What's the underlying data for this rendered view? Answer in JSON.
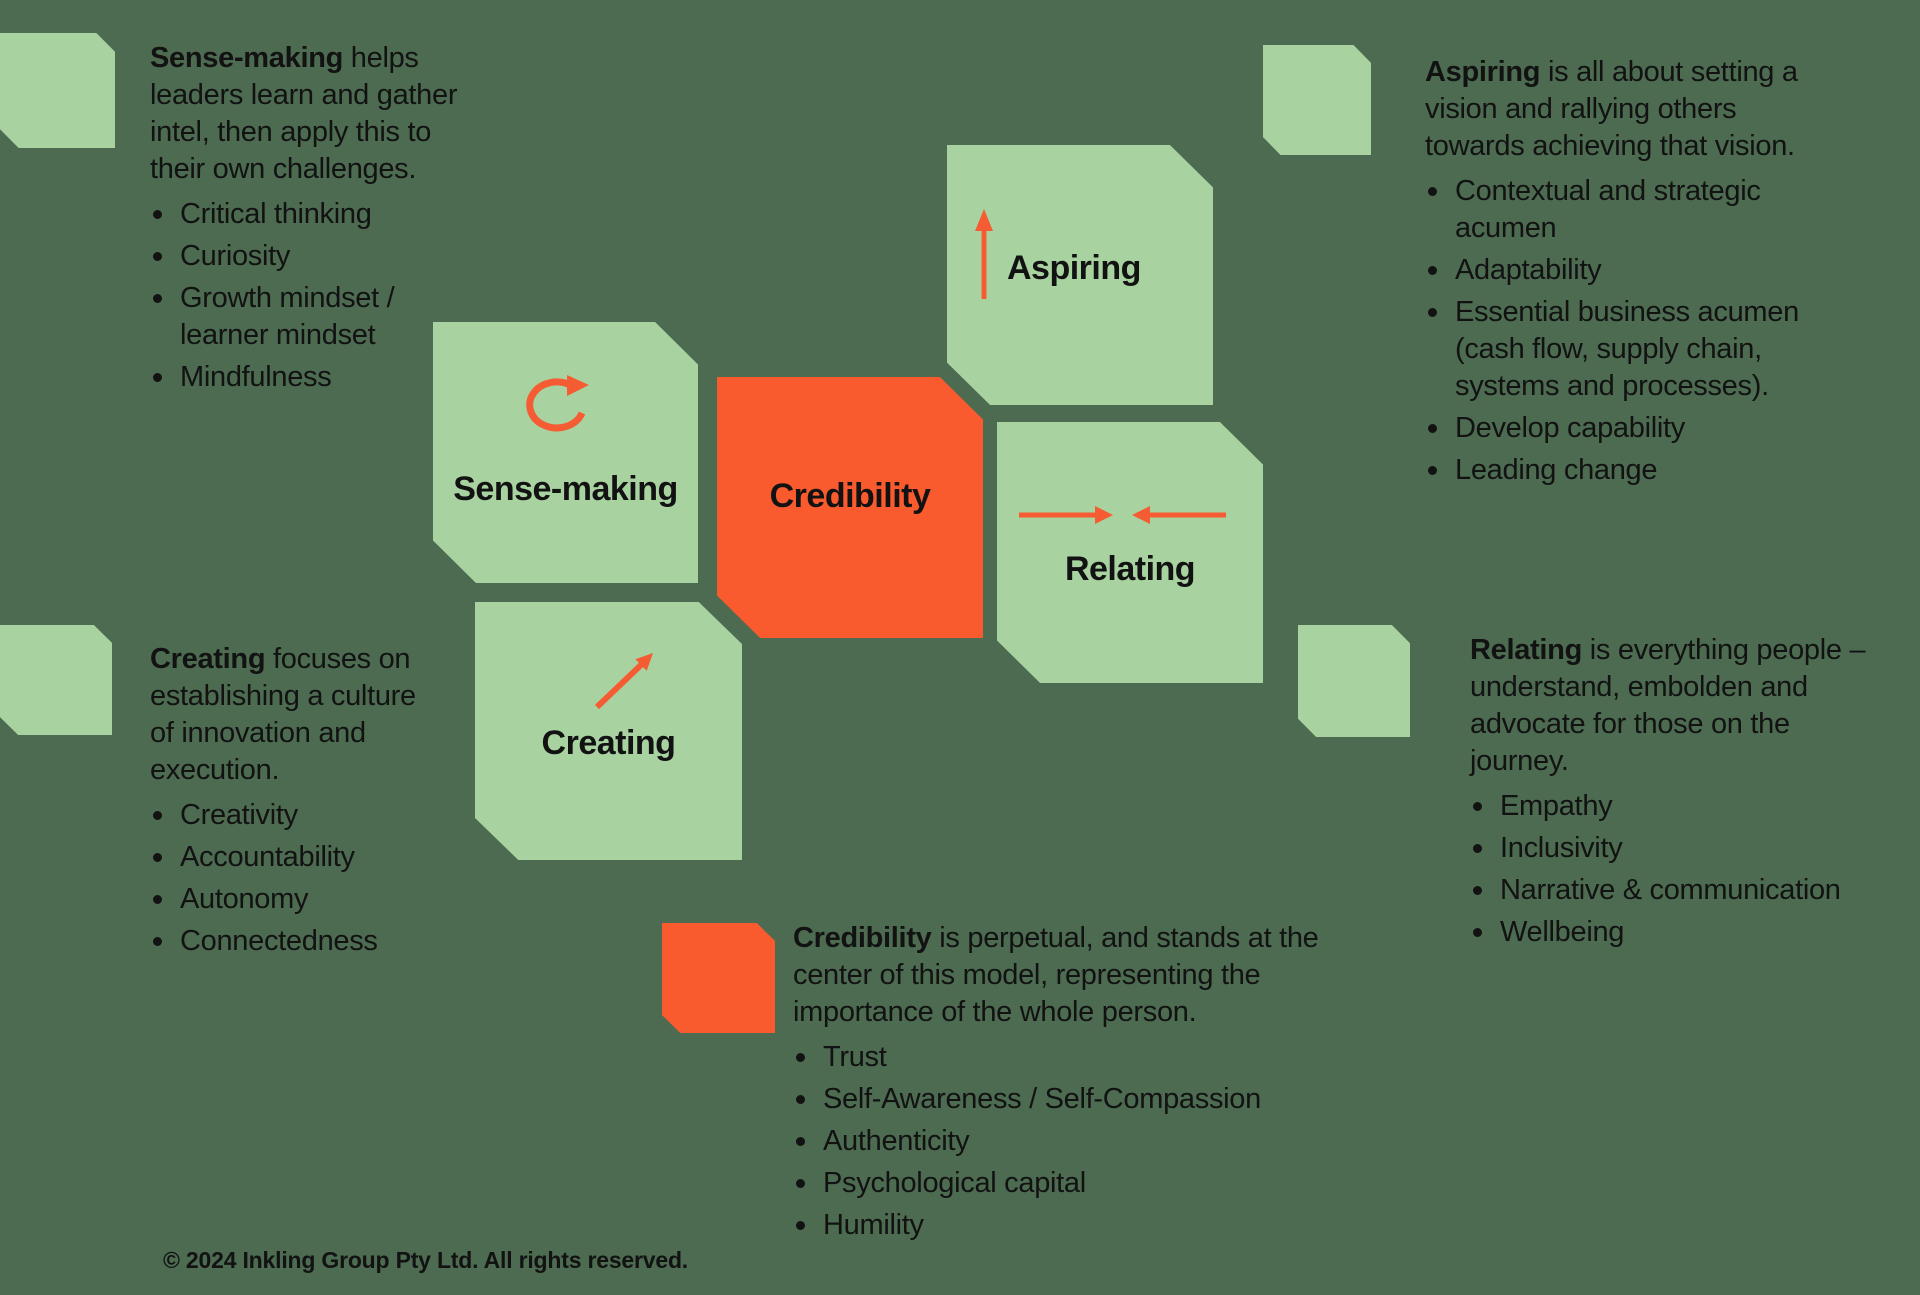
{
  "colors": {
    "background": "#4C6B51",
    "square_green": "#A8D3A1",
    "square_orange": "#F95B2E",
    "arrow_orange": "#F55C33",
    "text": "#121212"
  },
  "squares": {
    "sense_making": {
      "label": "Sense-making",
      "icon": "cycle-arrow-icon"
    },
    "credibility": {
      "label": "Credibility",
      "icon": ""
    },
    "aspiring": {
      "label": "Aspiring",
      "icon": "up-arrow-icon"
    },
    "relating": {
      "label": "Relating",
      "icon": "converging-arrows-icon"
    },
    "creating": {
      "label": "Creating",
      "icon": "diagonal-up-arrow-icon"
    }
  },
  "text_blocks": {
    "sense_making": {
      "lead": "Sense-making",
      "body": "helps\nleaders learn and gather\nintel, then apply this to\ntheir own challenges.",
      "bullets": [
        "Critical thinking",
        "Curiosity",
        "Growth mindset /\nlearner mindset",
        "Mindfulness"
      ]
    },
    "aspiring": {
      "lead": "Aspiring",
      "body": "is all about setting a\nvision and rallying others\ntowards achieving that vision.",
      "bullets": [
        "Contextual and strategic\nacumen",
        "Adaptability",
        "Essential business acumen\n(cash flow, supply chain,\nsystems and processes).",
        "Develop capability",
        "Leading change"
      ]
    },
    "creating": {
      "lead": "Creating",
      "body": "focuses on\nestablishing a culture\nof innovation and\nexecution.",
      "bullets": [
        "Creativity",
        "Accountability",
        "Autonomy",
        "Connectedness"
      ]
    },
    "relating": {
      "lead": "Relating",
      "body": "is everything people –\nunderstand, embolden and\nadvocate for those on the\njourney.",
      "bullets": [
        "Empathy",
        "Inclusivity",
        "Narrative & communication",
        "Wellbeing"
      ]
    },
    "credibility": {
      "lead": "Credibility",
      "body": "is perpetual, and stands at the\ncenter of this model, representing the\nimportance of the whole person.",
      "bullets": [
        "Trust",
        "Self-Awareness / Self-Compassion",
        "Authenticity",
        "Psychological capital",
        "Humility"
      ]
    }
  },
  "footer": {
    "text": "© 2024 Inkling Group Pty Ltd. All rights reserved."
  }
}
